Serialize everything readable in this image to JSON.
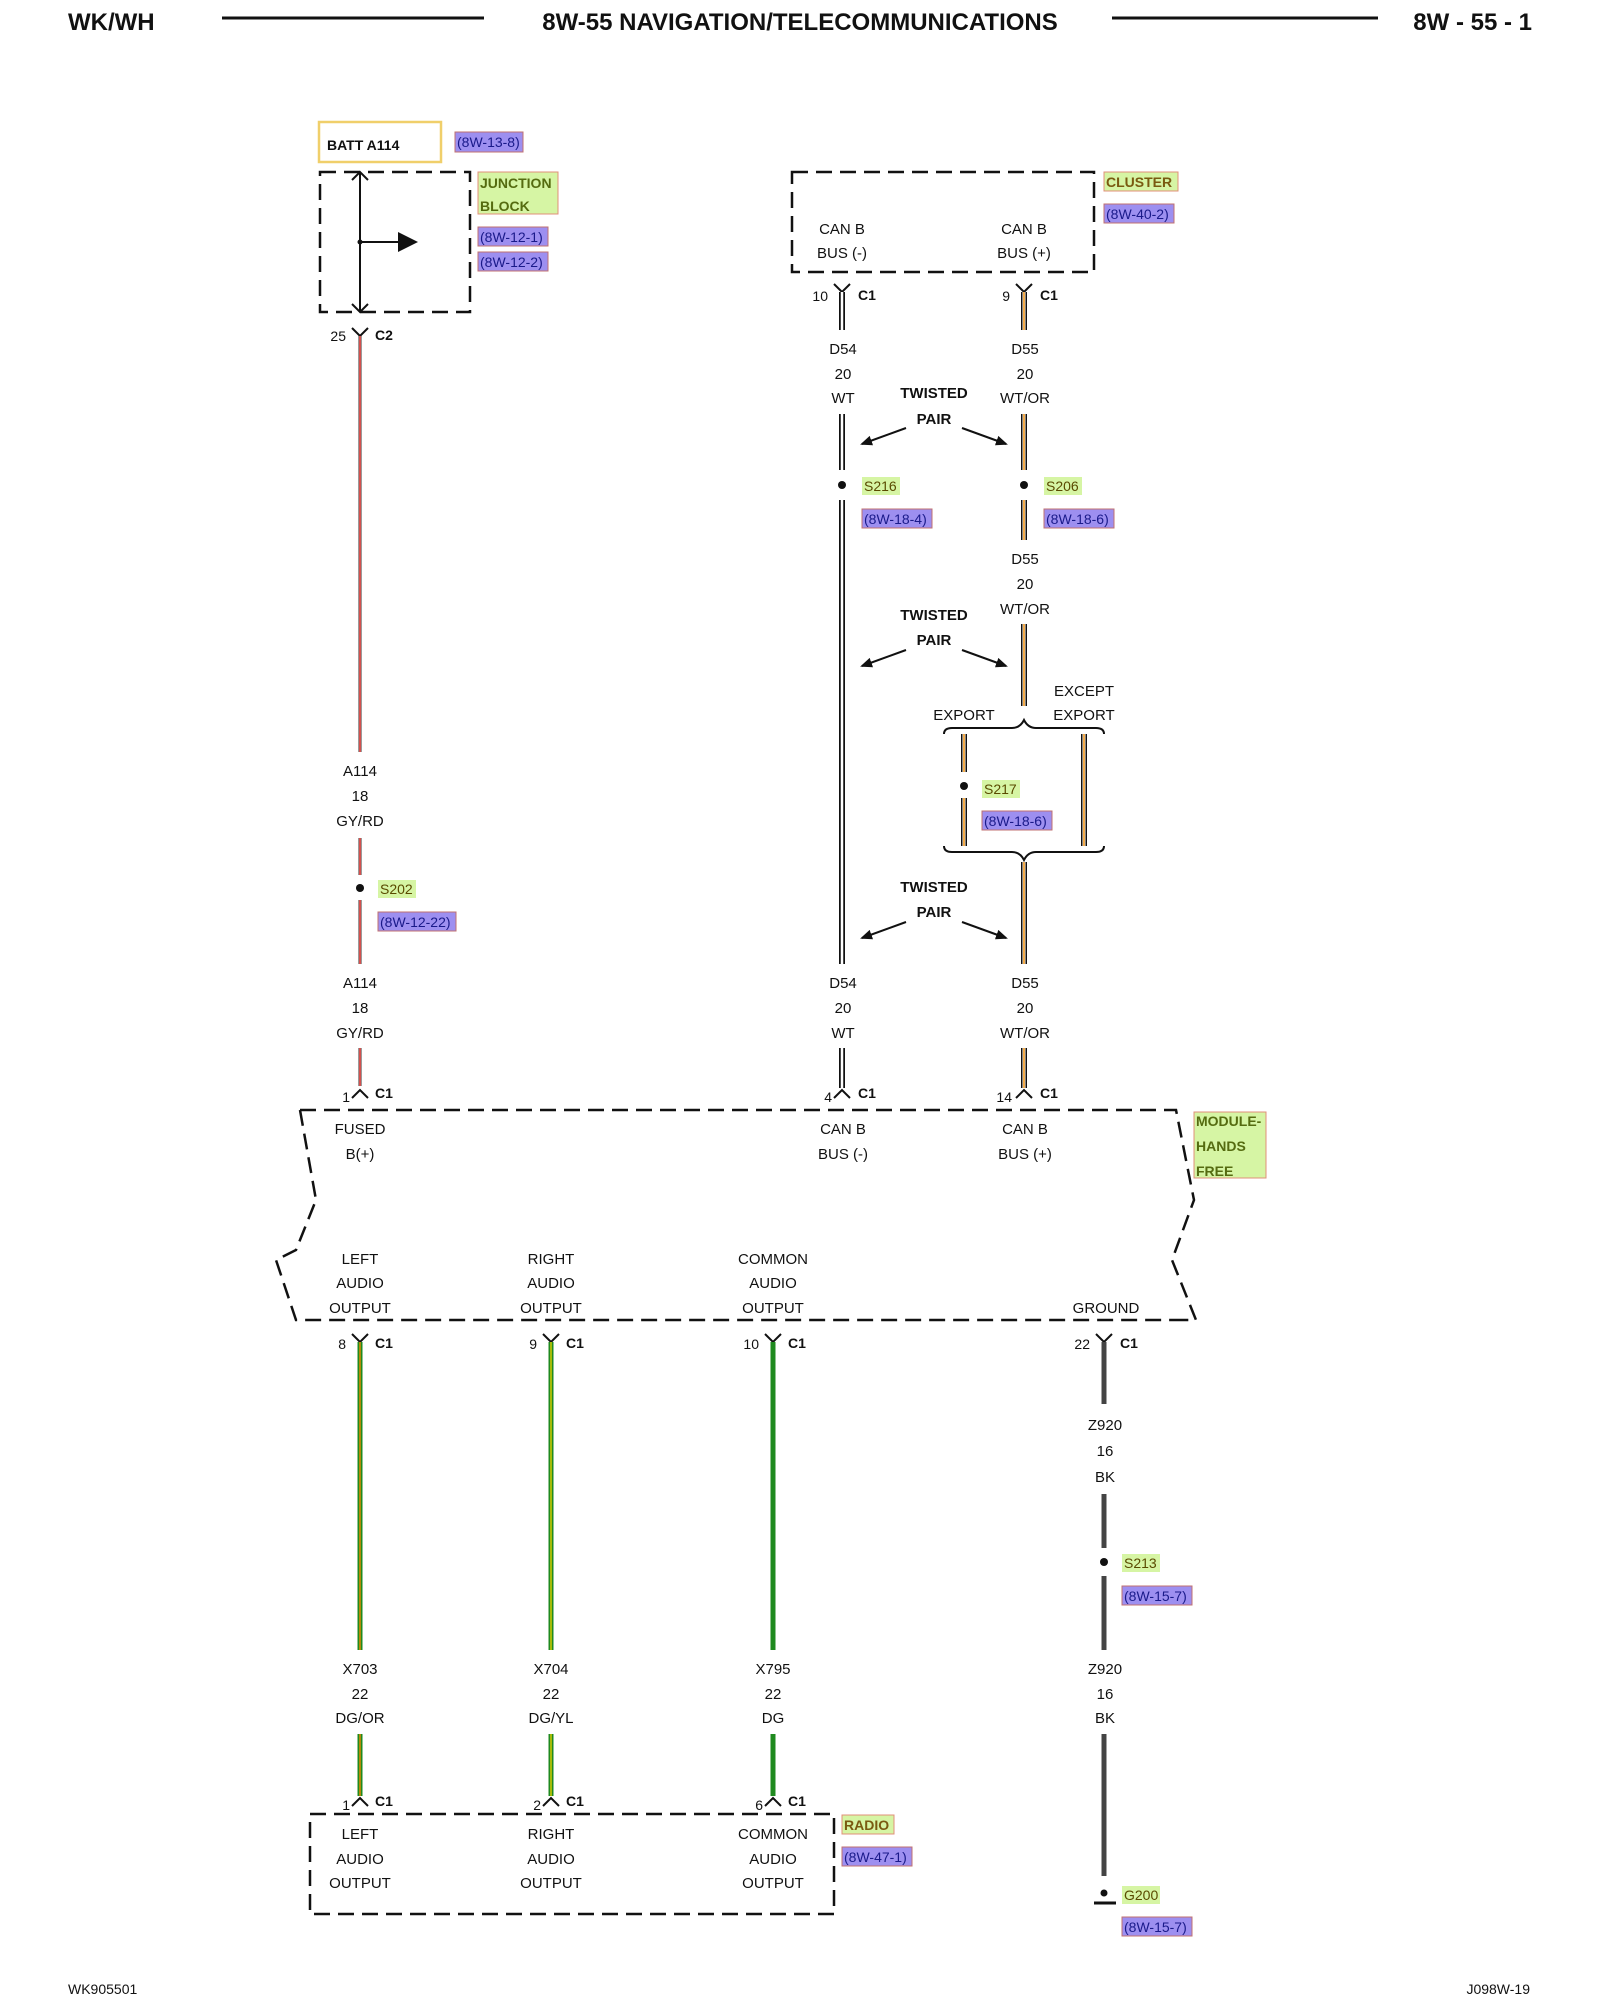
{
  "header": {
    "left": "WK/WH",
    "title": "8W-55 NAVIGATION/TELECOMMUNICATIONS",
    "right": "8W - 55 - 1"
  },
  "footer": {
    "left": "WK905501",
    "right": "J098W-19"
  },
  "batt": {
    "label": "BATT A114",
    "ref": "(8W-13-8)"
  },
  "junction_block": {
    "name_line1": "JUNCTION",
    "name_line2": "BLOCK",
    "ref1": "(8W-12-1)",
    "ref2": "(8W-12-2)"
  },
  "cluster": {
    "name": "CLUSTER",
    "ref": "(8W-40-2)",
    "pin_left_line1": "CAN B",
    "pin_left_line2": "BUS (-)",
    "pin_right_line1": "CAN B",
    "pin_right_line2": "BUS (+)"
  },
  "connectors": {
    "jb_c2": {
      "pin": "25",
      "name": "C2"
    },
    "cl_c1_left": {
      "pin": "10",
      "name": "C1"
    },
    "cl_c1_right": {
      "pin": "9",
      "name": "C1"
    },
    "hf_fused": {
      "pin": "1",
      "name": "C1"
    },
    "hf_canm": {
      "pin": "4",
      "name": "C1"
    },
    "hf_canp": {
      "pin": "14",
      "name": "C1"
    },
    "hf_left": {
      "pin": "8",
      "name": "C1"
    },
    "hf_right": {
      "pin": "9",
      "name": "C1"
    },
    "hf_common": {
      "pin": "10",
      "name": "C1"
    },
    "hf_ground": {
      "pin": "22",
      "name": "C1"
    },
    "radio_left": {
      "pin": "1",
      "name": "C1"
    },
    "radio_right": {
      "pin": "2",
      "name": "C1"
    },
    "radio_common": {
      "pin": "6",
      "name": "C1"
    }
  },
  "wires": {
    "a114_top": {
      "circuit": "A114",
      "gauge": "18",
      "color": "GY/RD"
    },
    "a114_bot": {
      "circuit": "A114",
      "gauge": "18",
      "color": "GY/RD"
    },
    "d54_top": {
      "circuit": "D54",
      "gauge": "20",
      "color": "WT"
    },
    "d54_bot": {
      "circuit": "D54",
      "gauge": "20",
      "color": "WT"
    },
    "d55_top": {
      "circuit": "D55",
      "gauge": "20",
      "color": "WT/OR"
    },
    "d55_mid": {
      "circuit": "D55",
      "gauge": "20",
      "color": "WT/OR"
    },
    "d55_bot": {
      "circuit": "D55",
      "gauge": "20",
      "color": "WT/OR"
    },
    "x703": {
      "circuit": "X703",
      "gauge": "22",
      "color": "DG/OR"
    },
    "x704": {
      "circuit": "X704",
      "gauge": "22",
      "color": "DG/YL"
    },
    "x795": {
      "circuit": "X795",
      "gauge": "22",
      "color": "DG"
    },
    "z920_top": {
      "circuit": "Z920",
      "gauge": "16",
      "color": "BK"
    },
    "z920_bot": {
      "circuit": "Z920",
      "gauge": "16",
      "color": "BK"
    }
  },
  "twisted_pair": {
    "line1": "TWISTED",
    "line2": "PAIR"
  },
  "splices": {
    "s202": {
      "name": "S202",
      "ref": "(8W-12-22)"
    },
    "s216": {
      "name": "S216",
      "ref": "(8W-18-4)"
    },
    "s206": {
      "name": "S206",
      "ref": "(8W-18-6)"
    },
    "s217": {
      "name": "S217",
      "ref": "(8W-18-6)"
    },
    "s213": {
      "name": "S213",
      "ref": "(8W-15-7)"
    },
    "g200": {
      "name": "G200",
      "ref": "(8W-15-7)"
    }
  },
  "export": {
    "export": "EXPORT",
    "except_line1": "EXCEPT",
    "except_line2": "EXPORT"
  },
  "hands_free": {
    "name_line1": "MODULE-",
    "name_line2": "HANDS",
    "name_line3": "FREE",
    "fused_line1": "FUSED",
    "fused_line2": "B(+)",
    "canm_line1": "CAN B",
    "canm_line2": "BUS (-)",
    "canp_line1": "CAN B",
    "canp_line2": "BUS (+)",
    "left_line1": "LEFT",
    "left_line2": "AUDIO",
    "left_line3": "OUTPUT",
    "right_line1": "RIGHT",
    "right_line2": "AUDIO",
    "right_line3": "OUTPUT",
    "common_line1": "COMMON",
    "common_line2": "AUDIO",
    "common_line3": "OUTPUT",
    "ground": "GROUND"
  },
  "radio": {
    "name": "RADIO",
    "ref": "(8W-47-1)",
    "left_line1": "LEFT",
    "left_line2": "AUDIO",
    "left_line3": "OUTPUT",
    "right_line1": "RIGHT",
    "right_line2": "AUDIO",
    "right_line3": "OUTPUT",
    "common_line1": "COMMON",
    "common_line2": "AUDIO",
    "common_line3": "OUTPUT"
  },
  "wire_colors": {
    "gray": "#9a9a9a",
    "red": "#e53935",
    "orange": "#f08a00",
    "dark_green": "#1f8a1f",
    "yellow": "#e0d000",
    "black": "#444444",
    "white": "#ffffff"
  }
}
